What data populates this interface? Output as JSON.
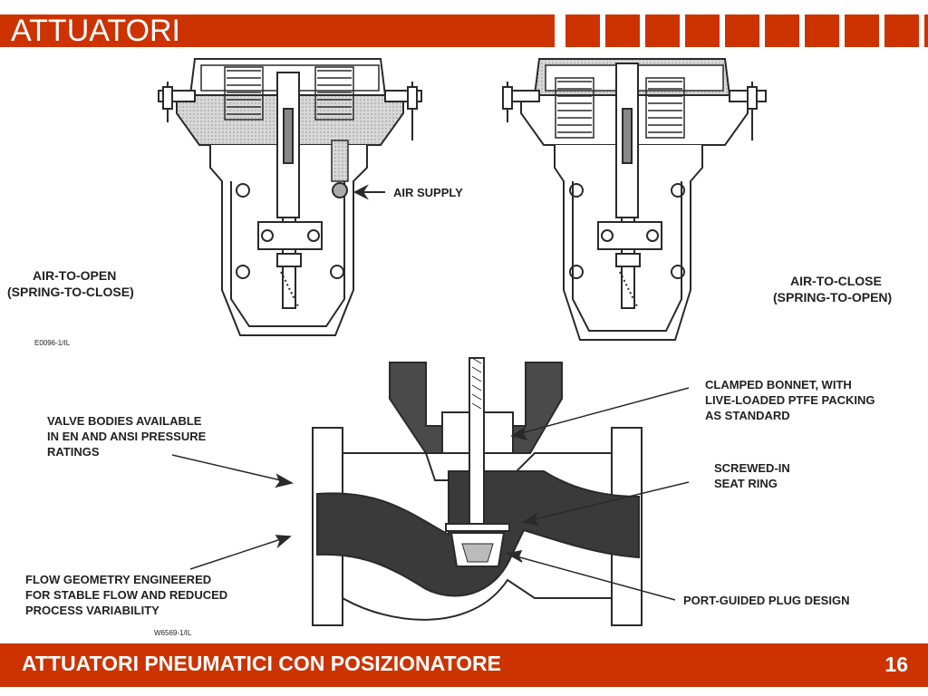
{
  "header": {
    "title": "ATTUATORI"
  },
  "footer": {
    "title": "ATTUATORI PNEUMATICI CON POSIZIONATORE",
    "page_number": "16"
  },
  "labels": {
    "air_supply": "AIR SUPPLY",
    "air_to_open": "AIR-TO-OPEN",
    "spring_to_close": "(SPRING-TO-CLOSE)",
    "air_to_close": "AIR-TO-CLOSE",
    "spring_to_open": "(SPRING-TO-OPEN)",
    "code_actuator": "E0096-1/IL",
    "code_valve": "W6569-1/IL",
    "valve_bodies": "VALVE BODIES AVAILABLE\nIN EN AND ANSI PRESSURE\nRATINGS",
    "flow_geometry": "FLOW GEOMETRY ENGINEERED\nFOR STABLE FLOW AND REDUCED\nPROCESS VARIABILITY",
    "clamped_bonnet": "CLAMPED BONNET, WITH\nLIVE-LOADED PTFE PACKING\nAS STANDARD",
    "seat_ring": "SCREWED-IN\nSEAT RING",
    "plug_design": "PORT-GUIDED PLUG DESIGN"
  },
  "colors": {
    "accent": "#cc3300",
    "diagram_dark": "#3a3a3a",
    "diagram_fill": "#cccccc"
  }
}
